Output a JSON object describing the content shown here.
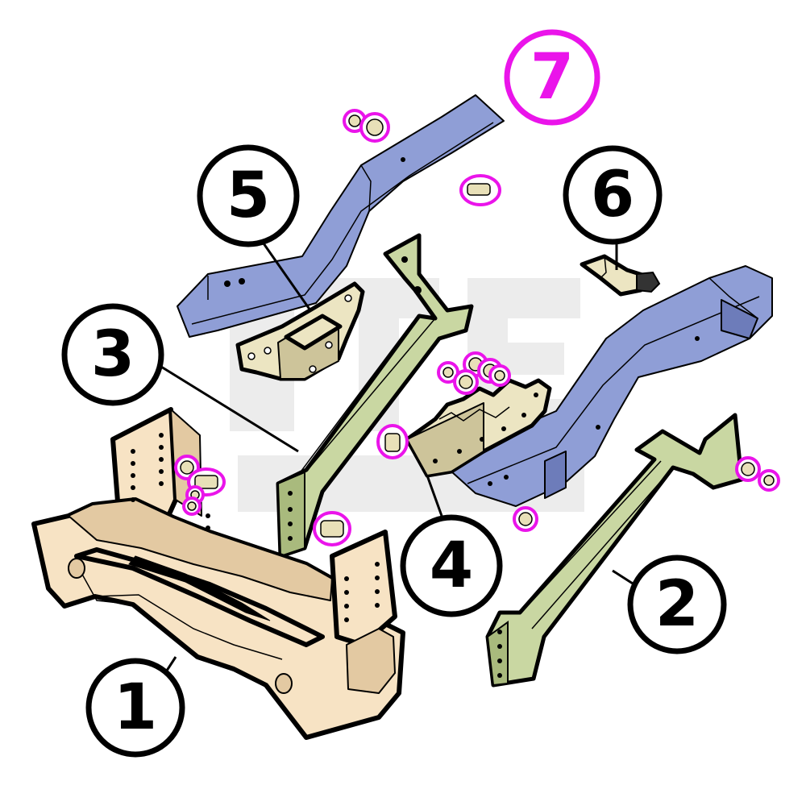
{
  "diagram": {
    "palette": {
      "frame_rail": "#8f9ed6",
      "frame_rail_dark": "#6d7cba",
      "bracket": "#c9d7a2",
      "bracket_dark": "#a9ba7d",
      "plate": "#ece5c2",
      "plate_dark": "#cdc49a",
      "bumper": "#f7e3c4",
      "bumper_dark": "#e3c9a2",
      "hardware_highlight": "#ea14ea",
      "watermark": "#ececec",
      "outline": "#000000"
    },
    "callouts": [
      {
        "id": "1",
        "label": "1",
        "style": "circled",
        "part": "front-bumper"
      },
      {
        "id": "2",
        "label": "2",
        "style": "circled",
        "part": "right-support-bracket"
      },
      {
        "id": "3",
        "label": "3",
        "style": "circled",
        "part": "left-support-bracket"
      },
      {
        "id": "4",
        "label": "4",
        "style": "circled",
        "part": "right-frame-mount-plate"
      },
      {
        "id": "5",
        "label": "5",
        "style": "circled",
        "part": "left-frame-mount-plate"
      },
      {
        "id": "6",
        "label": "6",
        "style": "circled",
        "part": "pin"
      },
      {
        "id": "7",
        "label": "7",
        "style": "highlighted",
        "part": "hardware"
      }
    ]
  }
}
